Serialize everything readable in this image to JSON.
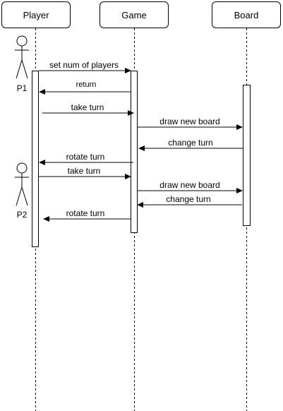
{
  "participants": {
    "player": "Player",
    "game": "Game",
    "board": "Board"
  },
  "actors": {
    "p1": "P1",
    "p2": "P2"
  },
  "messages": [
    {
      "label": "set num of players",
      "from": "player",
      "to": "game"
    },
    {
      "label": "return",
      "from": "game",
      "to": "player"
    },
    {
      "label": "take turn",
      "from": "player",
      "to": "game"
    },
    {
      "label": "draw new board",
      "from": "game",
      "to": "board"
    },
    {
      "label": "change turn",
      "from": "board",
      "to": "game"
    },
    {
      "label": "rotate turn",
      "from": "game",
      "to": "player"
    },
    {
      "label": "take turn",
      "from": "player",
      "to": "game"
    },
    {
      "label": "draw new board",
      "from": "game",
      "to": "board"
    },
    {
      "label": "change turn",
      "from": "board",
      "to": "game"
    },
    {
      "label": "rotate turn",
      "from": "game",
      "to": "player"
    }
  ]
}
